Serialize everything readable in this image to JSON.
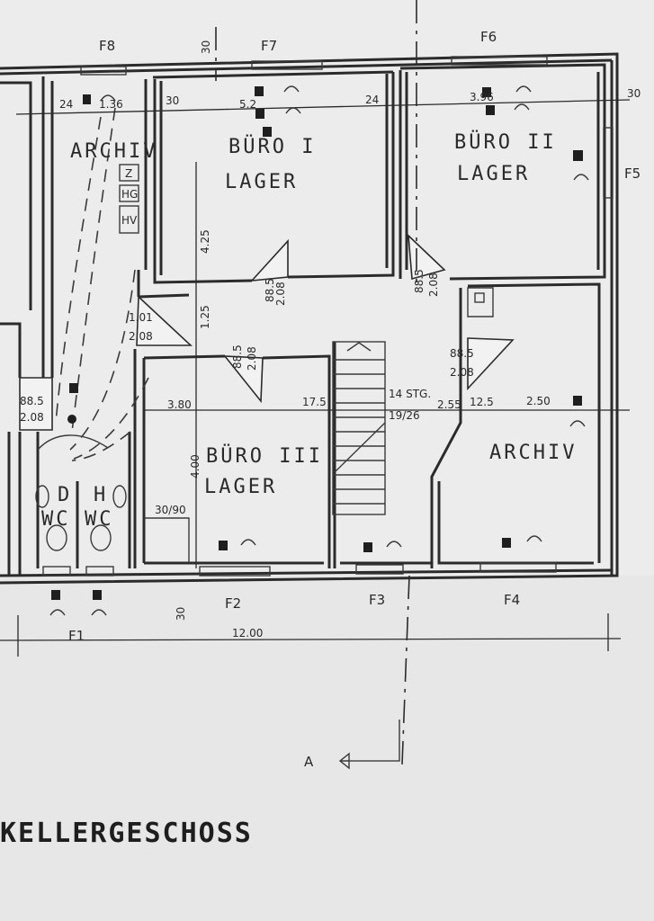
{
  "title": "KELLERGESCHOSS",
  "rooms": {
    "archiv_left": "ARCHIV",
    "buero1": "BÜRO I",
    "buero2": "BÜRO II",
    "buero3": "BÜRO III",
    "lager": "LAGER",
    "archiv_right": "ARCHIV",
    "wc_d": "D",
    "wc_h": "H",
    "wc": "WC"
  },
  "installations": {
    "z": "Z",
    "hg": "HG",
    "hv": "HV"
  },
  "windows": {
    "f1": "F1",
    "f2": "F2",
    "f3": "F3",
    "f4": "F4",
    "f5": "F5",
    "f6": "F6",
    "f7": "F7",
    "f8": "F8"
  },
  "dimensions": {
    "total": "12.00",
    "d30_top": "30",
    "d30_bottom": "30",
    "d30_left": "30",
    "d30_right": "30",
    "d24_left": "24",
    "d24_mid": "24",
    "d136": "1.36",
    "d52": "5.2",
    "d396": "3.96",
    "d425": "4.25",
    "d125": "1.25",
    "d380": "3.80",
    "d400": "4.00",
    "d250": "2.50",
    "d175": "17.5",
    "d125b": "12.5",
    "d255": "2.55",
    "stairs": "14 STG.",
    "stairs2": "19/26",
    "niche": "30/90",
    "door_885": "88.5",
    "door_208": "2.08",
    "door_101": "1.01",
    "door_885b": "88.5",
    "door_208b": "2.08"
  },
  "section": "A"
}
